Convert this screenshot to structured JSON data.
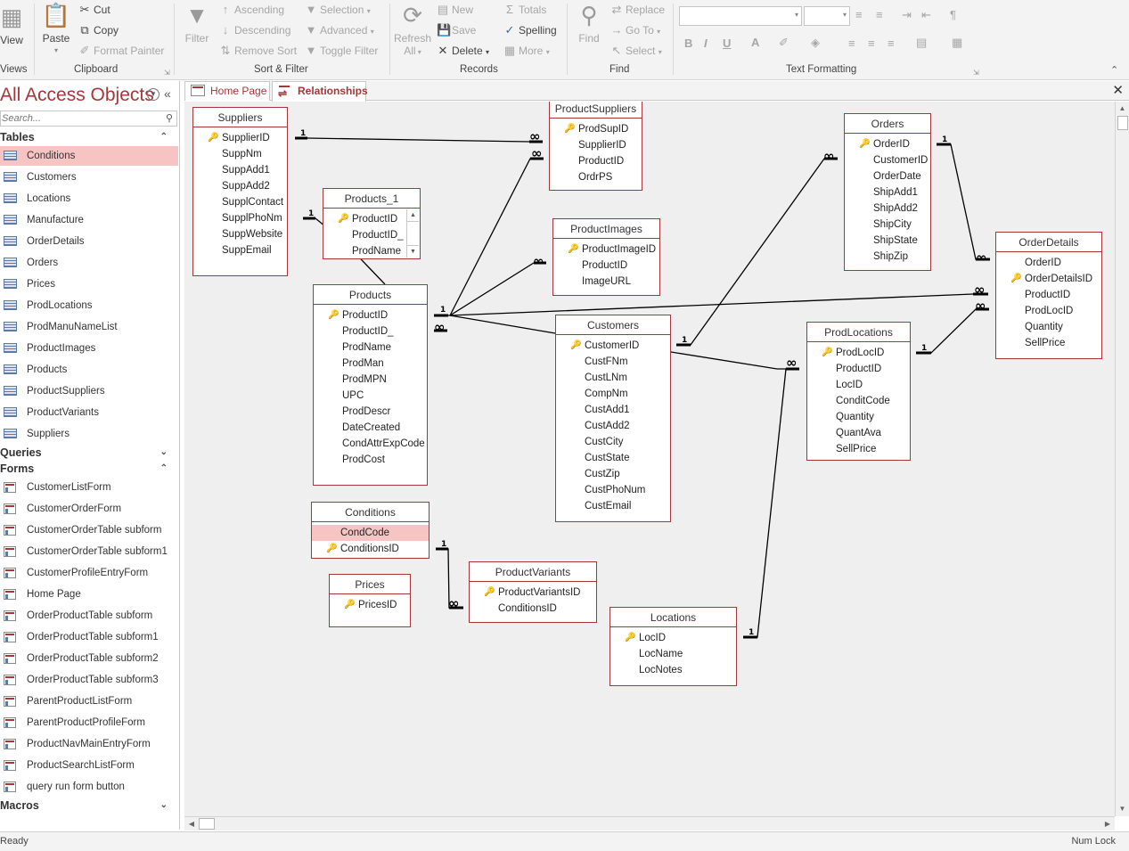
{
  "ribbon": {
    "views": {
      "view_label": "View",
      "group_label": "Views"
    },
    "clipboard": {
      "paste": "Paste",
      "cut": "Cut",
      "copy": "Copy",
      "format_painter": "Format Painter",
      "group_label": "Clipboard"
    },
    "sort_filter": {
      "filter": "Filter",
      "ascending": "Ascending",
      "descending": "Descending",
      "remove_sort": "Remove Sort",
      "selection": "Selection",
      "advanced": "Advanced",
      "toggle_filter": "Toggle Filter",
      "group_label": "Sort & Filter"
    },
    "records": {
      "refresh_all_line1": "Refresh",
      "refresh_all_line2": "All",
      "new": "New",
      "save": "Save",
      "delete": "Delete",
      "totals": "Totals",
      "spelling": "Spelling",
      "more": "More",
      "group_label": "Records"
    },
    "find": {
      "find": "Find",
      "replace": "Replace",
      "go_to": "Go To",
      "select": "Select",
      "group_label": "Find"
    },
    "text_formatting": {
      "group_label": "Text Formatting",
      "bold": "B",
      "italic": "I",
      "underline": "U"
    }
  },
  "nav": {
    "title": "All Access Objects",
    "search_placeholder": "Search...",
    "sections": {
      "tables": "Tables",
      "queries": "Queries",
      "forms": "Forms",
      "macros": "Macros"
    },
    "tables": [
      "Conditions",
      "Customers",
      "Locations",
      "Manufacture",
      "OrderDetails",
      "Orders",
      "Prices",
      "ProdLocations",
      "ProdManuNameList",
      "ProductImages",
      "Products",
      "ProductSuppliers",
      "ProductVariants",
      "Suppliers"
    ],
    "selected_table": "Conditions",
    "forms": [
      "CustomerListForm",
      "CustomerOrderForm",
      "CustomerOrderTable subform",
      "CustomerOrderTable subform1",
      "CustomerProfileEntryForm",
      "Home Page",
      "OrderProductTable subform",
      "OrderProductTable subform1",
      "OrderProductTable subform2",
      "OrderProductTable subform3",
      "ParentProductListForm",
      "ParentProductProfileForm",
      "ProductNavMainEntryForm",
      "ProductSearchListForm",
      "query run form button"
    ]
  },
  "doc_tabs": [
    {
      "label": "Home Page",
      "active": false
    },
    {
      "label": "Relationships",
      "active": true
    }
  ],
  "relationship_tables": {
    "Suppliers": {
      "title": "Suppliers",
      "fields": [
        "SupplierID",
        "SuppNm",
        "SuppAdd1",
        "SuppAdd2",
        "SupplContact",
        "SupplPhoNm",
        "SuppWebsite",
        "SuppEmail"
      ],
      "keys": [
        "SupplierID"
      ]
    },
    "Products_1": {
      "title": "Products_1",
      "fields": [
        "ProductID",
        "ProductID_",
        "ProdName"
      ],
      "keys": [
        "ProductID"
      ]
    },
    "ProductSuppliers": {
      "title": "ProductSuppliers",
      "fields": [
        "ProdSupID",
        "SupplierID",
        "ProductID",
        "OrdrPS"
      ],
      "keys": [
        "ProdSupID"
      ]
    },
    "ProductImages": {
      "title": "ProductImages",
      "fields": [
        "ProductImageID",
        "ProductID",
        "ImageURL"
      ],
      "keys": [
        "ProductImageID"
      ]
    },
    "Orders": {
      "title": "Orders",
      "fields": [
        "OrderID",
        "CustomerID",
        "OrderDate",
        "ShipAdd1",
        "ShipAdd2",
        "ShipCity",
        "ShipState",
        "ShipZip"
      ],
      "keys": [
        "OrderID"
      ]
    },
    "OrderDetails": {
      "title": "OrderDetails",
      "fields": [
        "OrderID",
        "OrderDetailsID",
        "ProductID",
        "ProdLocID",
        "Quantity",
        "SellPrice"
      ],
      "keys": [
        "OrderDetailsID"
      ]
    },
    "Products": {
      "title": "Products",
      "fields": [
        "ProductID",
        "ProductID_",
        "ProdName",
        "ProdMan",
        "ProdMPN",
        "UPC",
        "ProdDescr",
        "DateCreated",
        "CondAttrExpCode",
        "ProdCost"
      ],
      "keys": [
        "ProductID"
      ]
    },
    "Customers": {
      "title": "Customers",
      "fields": [
        "CustomerID",
        "CustFNm",
        "CustLNm",
        "CompNm",
        "CustAdd1",
        "CustAdd2",
        "CustCity",
        "CustState",
        "CustZip",
        "CustPhoNum",
        "CustEmail"
      ],
      "keys": [
        "CustomerID"
      ]
    },
    "ProdLocations": {
      "title": "ProdLocations",
      "fields": [
        "ProdLocID",
        "ProductID",
        "LocID",
        "ConditCode",
        "Quantity",
        "QuantAva",
        "SellPrice"
      ],
      "keys": [
        "ProdLocID"
      ]
    },
    "Conditions": {
      "title": "Conditions",
      "fields": [
        "CondCode",
        "ConditionsID"
      ],
      "keys": [
        "ConditionsID"
      ],
      "highlighted_field": "CondCode"
    },
    "ProductVariants": {
      "title": "ProductVariants",
      "fields": [
        "ProductVariantsID",
        "ConditionsID"
      ],
      "keys": [
        "ProductVariantsID"
      ]
    },
    "Prices": {
      "title": "Prices",
      "fields": [
        "PricesID"
      ],
      "keys": [
        "PricesID"
      ]
    },
    "Locations": {
      "title": "Locations",
      "fields": [
        "LocID",
        "LocName",
        "LocNotes"
      ],
      "keys": [
        "LocID"
      ]
    }
  },
  "relationship_labels": {
    "one": "1",
    "many": "∞"
  },
  "status": {
    "left": "Ready",
    "right": "Num Lock"
  },
  "colors": {
    "accent": "#a4373a",
    "selected": "#f7c4c4",
    "canvas": "#efefef"
  }
}
